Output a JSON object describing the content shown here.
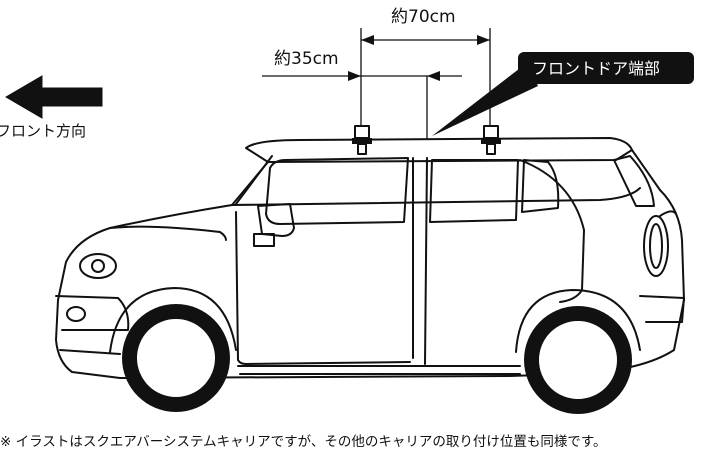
{
  "dimensions": {
    "outer_label": "約70cm",
    "inner_label": "約35cm"
  },
  "callout": {
    "label": "フロントドア端部"
  },
  "direction": {
    "label": "フロント方向",
    "icon": "arrow-left-icon"
  },
  "footnote": {
    "text": "※ イラストはスクエアバーシステムキャリアですが、その他のキャリアの取り付け位置も同様です。"
  },
  "colors": {
    "line": "#111111",
    "callout_fill": "#111111",
    "callout_text": "#ffffff",
    "tire": "#111111"
  }
}
